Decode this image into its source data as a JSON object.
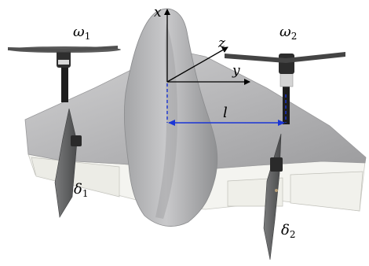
{
  "labels": {
    "x_axis": "x",
    "y_axis": "y",
    "z_axis": "z",
    "length": "l",
    "omega1": "ω",
    "omega1_sub": "1",
    "omega2": "ω",
    "omega2_sub": "2",
    "delta1": "δ",
    "delta1_sub": "1",
    "delta2": "δ",
    "delta2_sub": "2"
  },
  "colors": {
    "airframe": "#b9b9bb",
    "airframe_shadow": "#8f9092",
    "wing_edge": "#f2f2ee",
    "rotor": "#404040",
    "motor": "#2b2b2b",
    "flap": "#5e5f60",
    "axis_line": "#000000",
    "dimension_line": "#1a35d6"
  }
}
